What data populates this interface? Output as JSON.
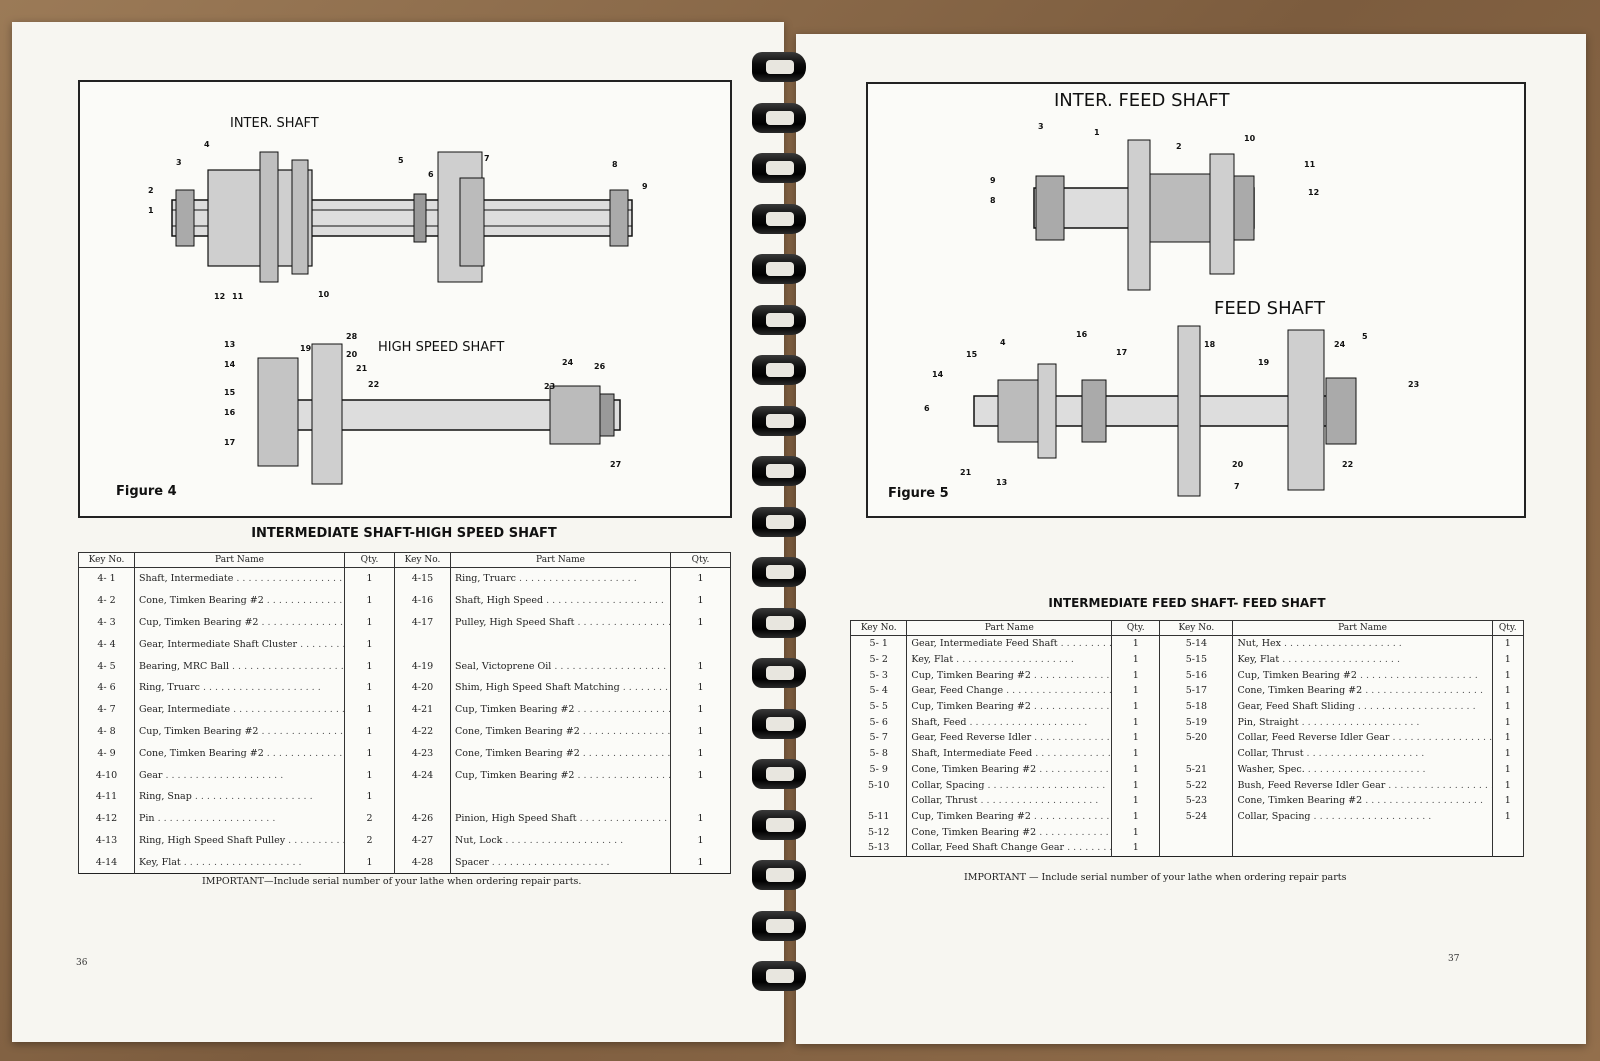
{
  "left_page": {
    "page_number": "36",
    "figure": {
      "label": "Figure 4",
      "title_inter": "INTER. SHAFT",
      "title_high": "HIGH SPEED SHAFT",
      "callouts_inter": [
        "1",
        "2",
        "3",
        "4",
        "5",
        "6",
        "7",
        "8",
        "9",
        "10",
        "11",
        "12"
      ],
      "callouts_high": [
        "13",
        "14",
        "15",
        "16",
        "17",
        "19",
        "20",
        "21",
        "22",
        "23",
        "24",
        "26",
        "27",
        "28"
      ]
    },
    "table_title": "INTERMEDIATE SHAFT-HIGH SPEED SHAFT",
    "headers": {
      "key": "Key No.",
      "name": "Part Name",
      "qty": "Qty."
    },
    "rows": [
      {
        "k1": "4- 1",
        "n1": "Shaft, Intermediate",
        "q1": "1",
        "k2": "4-15",
        "n2": "Ring, Truarc",
        "q2": "1"
      },
      {
        "k1": "4- 2",
        "n1": "Cone, Timken Bearing #2",
        "q1": "1",
        "k2": "4-16",
        "n2": "Shaft, High Speed",
        "q2": "1"
      },
      {
        "k1": "4- 3",
        "n1": "Cup, Timken Bearing #2",
        "q1": "1",
        "k2": "4-17",
        "n2": "Pulley, High Speed Shaft",
        "q2": "1"
      },
      {
        "k1": "4- 4",
        "n1": "Gear, Intermediate Shaft Cluster",
        "q1": "1",
        "k2": "",
        "n2": "",
        "q2": ""
      },
      {
        "k1": "4- 5",
        "n1": "Bearing, MRC Ball",
        "q1": "1",
        "k2": "4-19",
        "n2": "Seal, Victoprene Oil",
        "q2": "1"
      },
      {
        "k1": "4- 6",
        "n1": "Ring, Truarc",
        "q1": "1",
        "k2": "4-20",
        "n2": "Shim, High Speed Shaft Matching",
        "q2": "1"
      },
      {
        "k1": "4- 7",
        "n1": "Gear, Intermediate",
        "q1": "1",
        "k2": "4-21",
        "n2": "Cup, Timken Bearing #2",
        "q2": "1"
      },
      {
        "k1": "4- 8",
        "n1": "Cup, Timken Bearing #2",
        "q1": "1",
        "k2": "4-22",
        "n2": "Cone, Timken Bearing #2",
        "q2": "1"
      },
      {
        "k1": "4- 9",
        "n1": "Cone, Timken Bearing #2",
        "q1": "1",
        "k2": "4-23",
        "n2": "Cone, Timken Bearing #2",
        "q2": "1"
      },
      {
        "k1": "4-10",
        "n1": "Gear",
        "q1": "1",
        "k2": "4-24",
        "n2": "Cup, Timken Bearing #2",
        "q2": "1"
      },
      {
        "k1": "4-11",
        "n1": "Ring, Snap",
        "q1": "1",
        "k2": "",
        "n2": "",
        "q2": ""
      },
      {
        "k1": "4-12",
        "n1": "Pin",
        "q1": "2",
        "k2": "4-26",
        "n2": "Pinion, High Speed Shaft",
        "q2": "1"
      },
      {
        "k1": "4-13",
        "n1": "Ring, High Speed Shaft Pulley",
        "q1": "2",
        "k2": "4-27",
        "n2": "Nut, Lock",
        "q2": "1"
      },
      {
        "k1": "4-14",
        "n1": "Key, Flat",
        "q1": "1",
        "k2": "4-28",
        "n2": "Spacer",
        "q2": "1"
      }
    ],
    "important": "IMPORTANT—Include serial number of your lathe when ordering repair parts."
  },
  "right_page": {
    "page_number": "37",
    "figure": {
      "label": "Figure 5",
      "title_inter": "INTER. FEED SHAFT",
      "title_feed": "FEED SHAFT",
      "callouts_inter": [
        "1",
        "2",
        "3",
        "8",
        "9",
        "10",
        "11",
        "12"
      ],
      "callouts_feed": [
        "4",
        "5",
        "6",
        "7",
        "13",
        "14",
        "15",
        "16",
        "17",
        "18",
        "19",
        "20",
        "21",
        "22",
        "23",
        "24"
      ]
    },
    "table_title": "INTERMEDIATE FEED SHAFT- FEED SHAFT",
    "headers": {
      "key": "Key No.",
      "name": "Part Name",
      "qty": "Qty."
    },
    "rows": [
      {
        "k1": "5- 1",
        "n1": "Gear, Intermediate Feed Shaft",
        "q1": "1",
        "k2": "5-14",
        "n2": "Nut, Hex",
        "q2": "1"
      },
      {
        "k1": "5- 2",
        "n1": "Key, Flat",
        "q1": "1",
        "k2": "5-15",
        "n2": "Key, Flat",
        "q2": "1"
      },
      {
        "k1": "5- 3",
        "n1": "Cup, Timken Bearing #2",
        "q1": "1",
        "k2": "5-16",
        "n2": "Cup, Timken Bearing #2",
        "q2": "1"
      },
      {
        "k1": "5- 4",
        "n1": "Gear, Feed Change",
        "q1": "1",
        "k2": "5-17",
        "n2": "Cone, Timken Bearing #2",
        "q2": "1"
      },
      {
        "k1": "5- 5",
        "n1": "Cup, Timken Bearing #2",
        "q1": "1",
        "k2": "5-18",
        "n2": "Gear, Feed Shaft Sliding",
        "q2": "1"
      },
      {
        "k1": "5- 6",
        "n1": "Shaft, Feed",
        "q1": "1",
        "k2": "5-19",
        "n2": "Pin, Straight",
        "q2": "1"
      },
      {
        "k1": "5- 7",
        "n1": "Gear, Feed Reverse Idler",
        "q1": "1",
        "k2": "5-20",
        "n2": "Collar, Feed Reverse Idler Gear",
        "q2": "1"
      },
      {
        "k1": "5- 8",
        "n1": "Shaft, Intermediate Feed",
        "q1": "1",
        "k2": "",
        "n2": "Collar, Thrust",
        "q2": "1"
      },
      {
        "k1": "5- 9",
        "n1": "Cone, Timken Bearing #2",
        "q1": "1",
        "k2": "5-21",
        "n2": "Washer, Spec.",
        "q2": "1"
      },
      {
        "k1": "5-10",
        "n1": "Collar, Spacing",
        "q1": "1",
        "k2": "5-22",
        "n2": "Bush, Feed Reverse Idler Gear",
        "q2": "1"
      },
      {
        "k1": "",
        "n1": "Collar, Thrust",
        "q1": "1",
        "k2": "5-23",
        "n2": "Cone, Timken Bearing #2",
        "q2": "1"
      },
      {
        "k1": "5-11",
        "n1": "Cup, Timken Bearing #2",
        "q1": "1",
        "k2": "5-24",
        "n2": "Collar, Spacing",
        "q2": "1"
      },
      {
        "k1": "5-12",
        "n1": "Cone, Timken Bearing #2",
        "q1": "1",
        "k2": "",
        "n2": "",
        "q2": ""
      },
      {
        "k1": "5-13",
        "n1": "Collar, Feed Shaft Change Gear",
        "q1": "1",
        "k2": "",
        "n2": "",
        "q2": ""
      }
    ],
    "important": "IMPORTANT — Include serial number of your lathe when ordering repair parts"
  },
  "colors": {
    "paper": "#f7f6f1",
    "ink": "#111111",
    "wood": "#8a6a4a",
    "binding": "#0c0c0c"
  }
}
